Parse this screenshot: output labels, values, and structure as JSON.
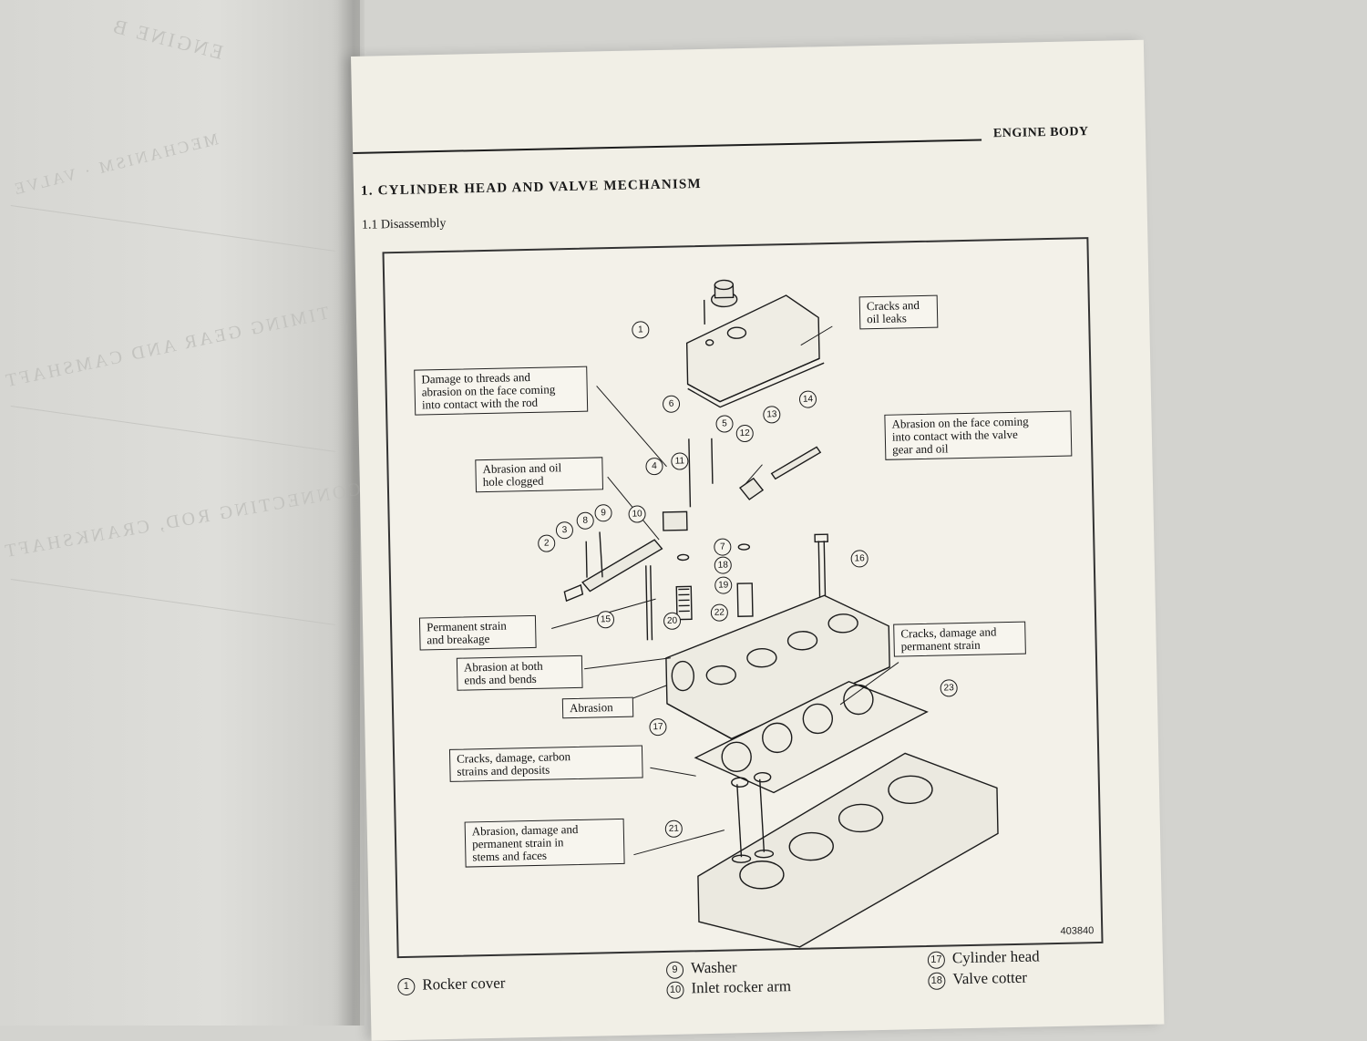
{
  "page": {
    "header": "ENGINE BODY",
    "section_title": "1.  CYLINDER HEAD AND VALVE MECHANISM",
    "subsection_title": "1.1   Disassembly",
    "figure_number": "403840"
  },
  "callouts": [
    {
      "id": "cracks-oil-leaks",
      "text": "Cracks and\noil leaks"
    },
    {
      "id": "damage-threads",
      "text": "Damage to threads and\nabrasion on the face coming\ninto contact with the rod"
    },
    {
      "id": "abrasion-valve-gear",
      "text": "Abrasion on the face coming\ninto contact with the valve\ngear and oil"
    },
    {
      "id": "abrasion-oil-hole",
      "text": "Abrasion and oil\nhole clogged"
    },
    {
      "id": "permanent-strain-breakage",
      "text": "Permanent strain\nand breakage"
    },
    {
      "id": "cracks-damage-strain",
      "text": "Cracks, damage and\npermanent strain"
    },
    {
      "id": "abrasion-ends-bends",
      "text": "Abrasion at both\nends and bends"
    },
    {
      "id": "abrasion",
      "text": "Abrasion"
    },
    {
      "id": "cracks-carbon",
      "text": "Cracks, damage, carbon\nstrains and deposits"
    },
    {
      "id": "abrasion-stems",
      "text": "Abrasion, damage and\npermanent strain in\nstems and faces"
    }
  ],
  "part_numbers": [
    "1",
    "2",
    "3",
    "4",
    "5",
    "6",
    "7",
    "8",
    "9",
    "10",
    "11",
    "12",
    "13",
    "14",
    "15",
    "16",
    "17",
    "18",
    "19",
    "20",
    "21",
    "22",
    "23"
  ],
  "legend": [
    {
      "num": "1",
      "label": "Rocker cover"
    },
    {
      "num": "9",
      "label": "Washer"
    },
    {
      "num": "10",
      "label": "Inlet rocker arm"
    },
    {
      "num": "17",
      "label": "Cylinder head"
    },
    {
      "num": "18",
      "label": "Valve cotter"
    }
  ],
  "colors": {
    "ink": "#1a1a1a",
    "paper": "#f1efe6",
    "background": "#d3d3cf"
  }
}
